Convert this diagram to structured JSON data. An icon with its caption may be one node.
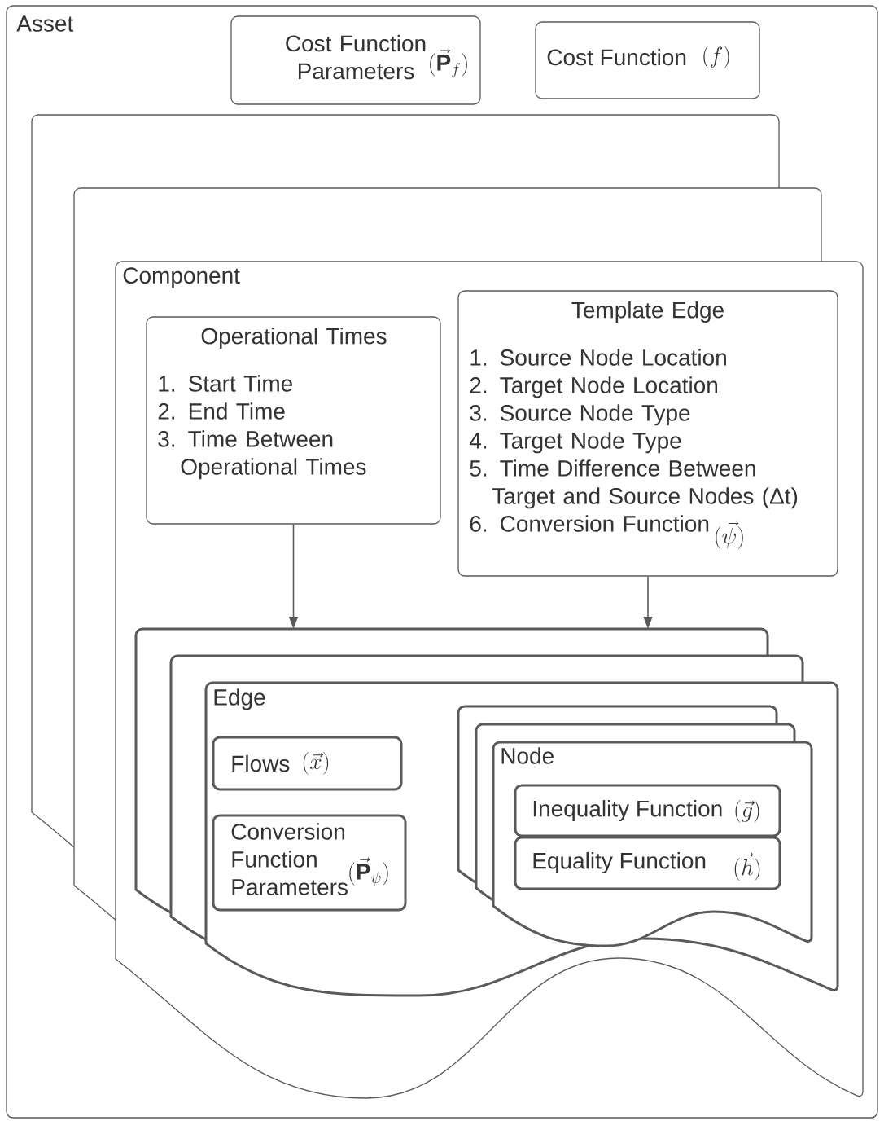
{
  "diagram": {
    "nodes": [
      {
        "text": [
          "Asset"
        ]
      },
      {
        "text": [
          "Cost Function Parameters",
          "(\\vec{\\mathbf{P}}_{f})"
        ],
        "in": 0
      },
      {
        "text": [
          "Cost Function",
          "(f)"
        ],
        "in": 0
      },
      {
        "text": [
          "Component"
        ],
        "in": 0
      },
      {
        "text": [
          "Operational Times",
          "1. Start Time",
          "2. End Time",
          "3. Time Between Operational Times"
        ],
        "in": 3
      },
      {
        "text": [
          "Template Edge",
          "1. Source Node Location",
          "2. Target Node Location",
          "3. Source Node Type",
          "4. Target Node Type",
          "5. Time Difference Between Target and Source Nodes (Δt)",
          "6. Conversion Function",
          "(\\vec{\\psi})"
        ],
        "in": 3
      },
      {
        "text": [
          "Edge"
        ],
        "in": 3
      },
      {
        "text": [
          "Flows",
          "(\\vec{x})"
        ],
        "in": 6
      },
      {
        "text": [
          "Conversion Function Parameters",
          "(\\vec{\\mathbf{P}}_{\\psi})"
        ],
        "in": 6
      },
      {
        "text": [
          "Node"
        ],
        "in": 6
      },
      {
        "text": [
          "Inequality Function",
          "(\\vec{g})"
        ],
        "in": 9
      },
      {
        "text": [
          "Equality Function",
          "(\\vec{h})"
        ],
        "in": 9
      }
    ],
    "edges": [
      {
        "from": 4,
        "to": 6,
        "arrow": "to"
      },
      {
        "from": 5,
        "to": 6,
        "arrow": "to"
      }
    ]
  }
}
